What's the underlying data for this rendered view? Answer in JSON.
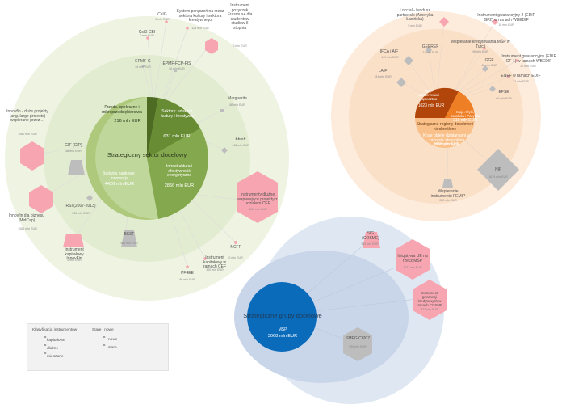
{
  "strategic_sector": {
    "title": "Strategiczny sektor docelowy",
    "segments": [
      {
        "name": "Przeds. społeczne i mikroprzedsiębiorstwa",
        "value": "216 mln EUR"
      },
      {
        "name": "Sektory: edukacji, kultury i kreatywny",
        "value": "631 mln EUR"
      },
      {
        "name": "Infrastruktura i efektywność energetyczna",
        "value": "2866 mln EUR"
      },
      {
        "name": "Badania naukowe i innowacje",
        "value": "4426 mln EUR"
      }
    ],
    "instruments": [
      {
        "name": "CsIG",
        "value": "0 mln EUR"
      },
      {
        "name": "CsSI CBI",
        "value": "0 mln EUR"
      },
      {
        "name": "System poręczeń na rzecz sektora kultury i sektora kreatywnego",
        "value": "121 mln EUR"
      },
      {
        "name": "Instrument pożyczek Erasmus+ dla studentów studiów II stopnia",
        "value": "0 mln EUR"
      },
      {
        "name": "EPMF-G",
        "value": "24 mln EUR"
      },
      {
        "name": "EPMF-FCP-FIS",
        "value": "80 mln EUR"
      },
      {
        "name": "Marguerite",
        "value": "80 mln EUR"
      },
      {
        "name": "EEEF",
        "value": "146 mln EUR"
      },
      {
        "name": "Innovfin - duże projekty (ang. large projects) wspierane przez ...",
        "value": "1060 mln EUR"
      },
      {
        "name": "GIF (CIP)",
        "value": "58 mln EUR"
      },
      {
        "name": "Innovfin dla biznesu (MidCap)",
        "value": "1060 mln EUR"
      },
      {
        "name": "RSI (2007-2013)",
        "value": "292 mln EUR"
      },
      {
        "name": "Instrument kapitałowy InnovFin",
        "value": "0 mln EUR"
      },
      {
        "name": "BSSF",
        "value": "961 mln EUR"
      },
      {
        "name": "Instrumenty dłużne wspierające projekty z udziałem CEF",
        "value": "1840 mln EUR"
      },
      {
        "name": "NCFF",
        "value": "0 mln EUR"
      },
      {
        "name": "Instrument kapitałowy w ramach CEF",
        "value": "100 mln EUR"
      },
      {
        "name": "PF4EE",
        "value": "80 mln EUR"
      }
    ]
  },
  "strategic_region": {
    "title": "Strategiczne regiony docelowe i nieokreślone",
    "segments": [
      {
        "name": "Kraje rozszerzenia i sąsiedztwa",
        "value": "1023 mln EUR"
      },
      {
        "name": "Kraje Afryki, Karaibów i Pacyfiku",
        "value": "219 mln EUR"
      },
      {
        "name": "Kraje objęte działaniami w zakresie stosunków zewnętrznych",
        "value": "1965 mln EUR"
      }
    ],
    "instruments": [
      {
        "name": "Loccial - fundusz partnerski (Ameryka Łacińska)",
        "value": "5 mln EUR"
      },
      {
        "name": "Instrument gwarancyjny 2 (EDIF GF2) w ramach WBEDIF",
        "value": "10 mln EUR"
      },
      {
        "name": "GEEREF",
        "value": "11 mln EUR"
      },
      {
        "name": "Wspieranie kredytowania MŚP w Turcji",
        "value": "90 mln EUR"
      },
      {
        "name": "IFCA i AIF",
        "value": "149 mln EUR"
      },
      {
        "name": "GGF",
        "value": "45 mln EUR"
      },
      {
        "name": "Instrument gwarancyjny (EDIF GF 1) w ramach WBEDIF",
        "value": "22 mln EUR"
      },
      {
        "name": "LAIF",
        "value": "191 mln EUR"
      },
      {
        "name": "ENEF w ramach EDIF",
        "value": "21 mln EUR"
      },
      {
        "name": "EFSE",
        "value": "60 mln EUR"
      },
      {
        "name": "NIF",
        "value": "1679 mln EUR"
      },
      {
        "name": "Wspieranie instrumentu FEMIP",
        "value": "202 mln EUR"
      }
    ]
  },
  "strategic_group": {
    "title": "Strategiczne grupy docelowe",
    "segment": {
      "name": "MŚP",
      "value": "3068 mln EUR"
    },
    "instruments": [
      {
        "name": "SIG (COSME)",
        "value": "380 mln EUR"
      },
      {
        "name": "Inicjatywa UE na rzecz MŚP",
        "value": "1137 mln EUR"
      },
      {
        "name": "Instrument gwarancji kredytowych w ramach COSME",
        "value": "872 mln EUR"
      },
      {
        "name": "SMEG CIP07",
        "value": "530 mln EUR"
      }
    ]
  },
  "legend": {
    "title_classification": "Klasyfikacja instrumentów",
    "capital": "kapitałowe",
    "debt": "dłużne",
    "mixed": "mieszane",
    "title_status": "Stare i nowe",
    "new": "nowe",
    "old": "stare"
  },
  "colors": {
    "new": "#f7a5b0",
    "old": "#bdbdbd",
    "sector_outer": "#eef3e2",
    "region_outer": "#fdebdc",
    "group_outer": "#dfe8f2",
    "group_center": "#0a6bbb"
  }
}
